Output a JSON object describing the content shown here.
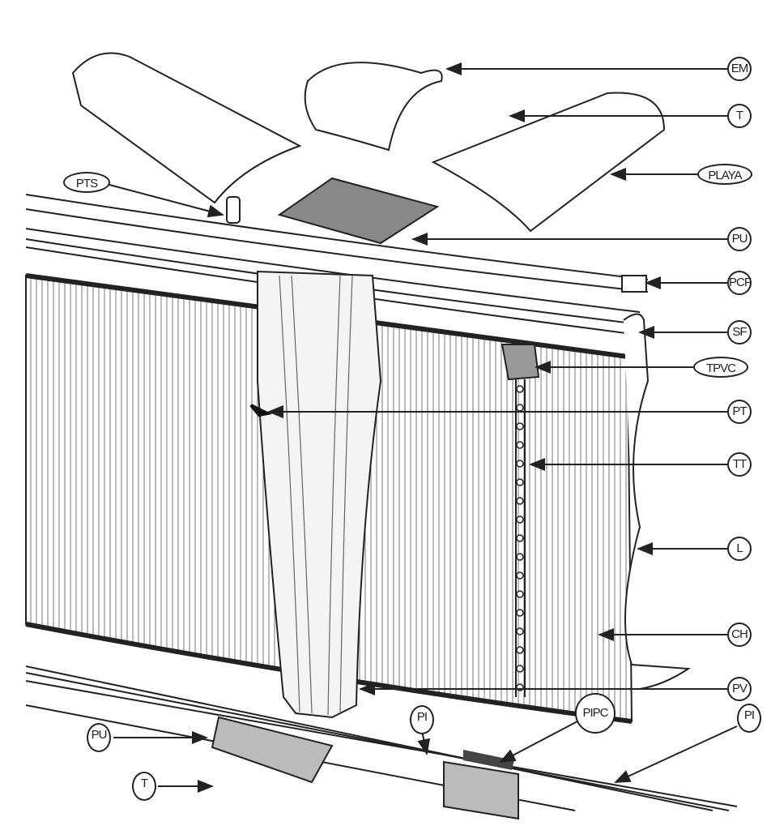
{
  "diagram": {
    "labels": {
      "em": "EM",
      "t_top": "T",
      "playa": "PLAYA",
      "pts": "PTS",
      "pu_top": "PU",
      "pcf": "PCF",
      "sf": "SF",
      "tpvc": "TPVC",
      "pt": "PT",
      "tt": "TT",
      "l": "L",
      "ch": "CH",
      "pv": "PV",
      "pi_left": "PI",
      "pipc": "PIPC",
      "pi_right": "PI",
      "pu_bottom": "PU",
      "t_bottom": "T"
    }
  }
}
